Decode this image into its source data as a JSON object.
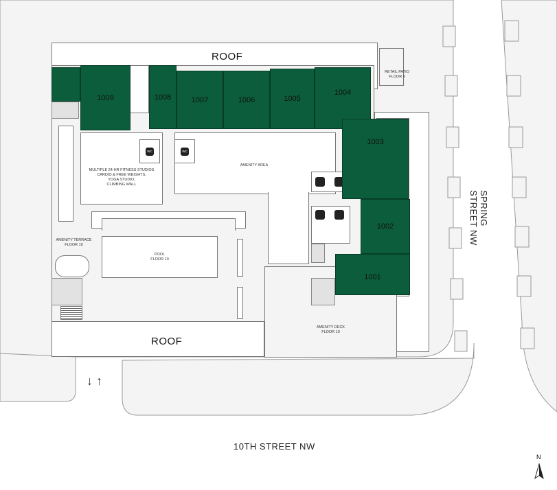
{
  "roofs": {
    "top": "ROOF",
    "bottom": "ROOF"
  },
  "units": [
    "1009",
    "1008",
    "1007",
    "1006",
    "1005",
    "1004",
    "1003",
    "1002",
    "1001"
  ],
  "areas": {
    "retail_patio": [
      "RETAIL PATIO",
      "FLOOR 9"
    ],
    "fitness": [
      "MULTIPLE 24-HR FITNESS STUDIOS",
      "CARDIO & FREE WEIGHTS,",
      "YOGA STUDIO,",
      "CLIMBING WALL"
    ],
    "amenity_area": "AMENITY AREA",
    "amenity_terrace": [
      "AMENITY TERRACE",
      "FLOOR 10"
    ],
    "pool": [
      "POOL",
      "FLOOR 10"
    ],
    "amenity_deck": [
      "AMENITY DECK",
      "FLOOR 10"
    ]
  },
  "wc": "WC",
  "streets": {
    "spring": "SPRING STREET NW",
    "tenth": "10TH STREET NW"
  },
  "arrows": "↓ ↑",
  "north": "N",
  "colors": {
    "unit": "#0b5d3b",
    "ground": "#f4f4f4"
  }
}
